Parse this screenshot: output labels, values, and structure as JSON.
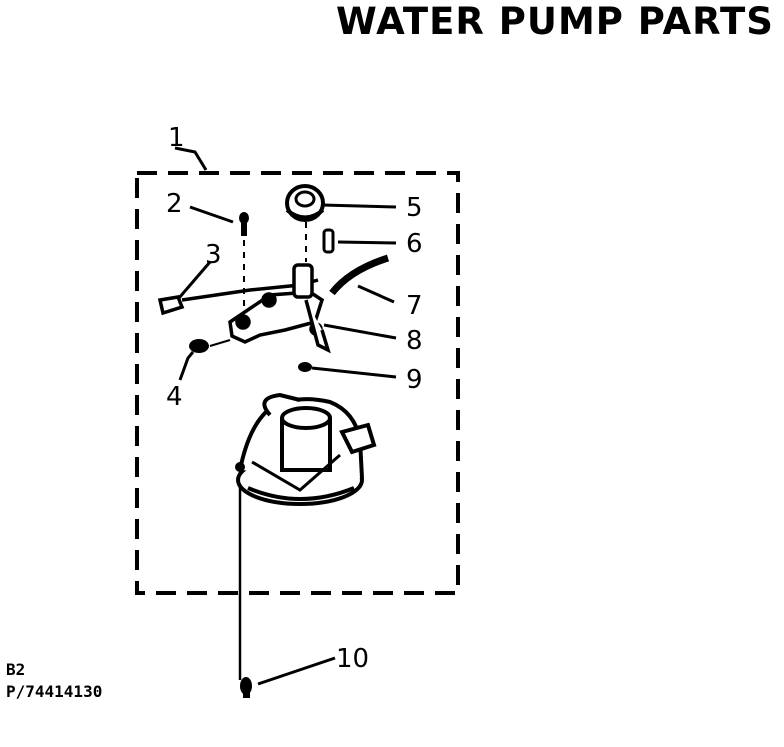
{
  "header": {
    "title": "WATER PUMP PARTS"
  },
  "callouts": [
    {
      "id": "1",
      "label": "1"
    },
    {
      "id": "2",
      "label": "2"
    },
    {
      "id": "3",
      "label": "3"
    },
    {
      "id": "4",
      "label": "4"
    },
    {
      "id": "5",
      "label": "5"
    },
    {
      "id": "6",
      "label": "6"
    },
    {
      "id": "7",
      "label": "7"
    },
    {
      "id": "8",
      "label": "8"
    },
    {
      "id": "9",
      "label": "9"
    },
    {
      "id": "10",
      "label": "10"
    }
  ],
  "footer": {
    "line1": "B2",
    "line2": "P/74414130"
  }
}
